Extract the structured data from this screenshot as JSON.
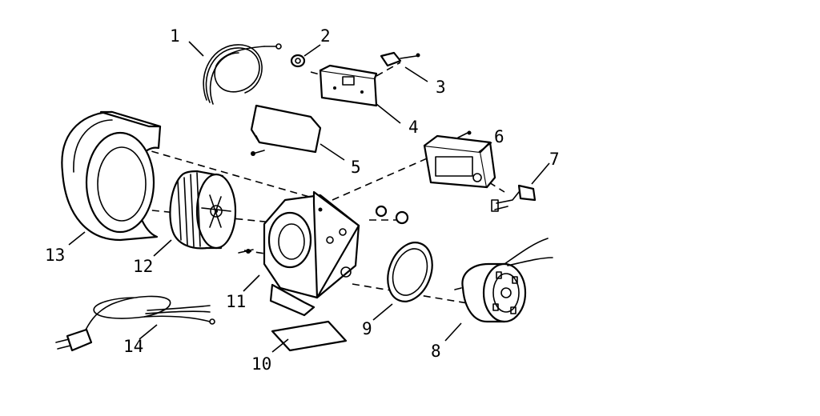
{
  "diagram": {
    "callouts": [
      {
        "label": "1",
        "part": "wire-harness"
      },
      {
        "label": "2",
        "part": "bushing"
      },
      {
        "label": "3",
        "part": "connector"
      },
      {
        "label": "4",
        "part": "mounting-bracket"
      },
      {
        "label": "5",
        "part": "cover"
      },
      {
        "label": "6",
        "part": "switch-housing"
      },
      {
        "label": "7",
        "part": "switch"
      },
      {
        "label": "8",
        "part": "motor"
      },
      {
        "label": "9",
        "part": "gasket"
      },
      {
        "label": "10",
        "part": "pad"
      },
      {
        "label": "11",
        "part": "blower-housing"
      },
      {
        "label": "12",
        "part": "blower-wheel"
      },
      {
        "label": "13",
        "part": "scroll-housing"
      },
      {
        "label": "14",
        "part": "power-cord"
      }
    ]
  }
}
